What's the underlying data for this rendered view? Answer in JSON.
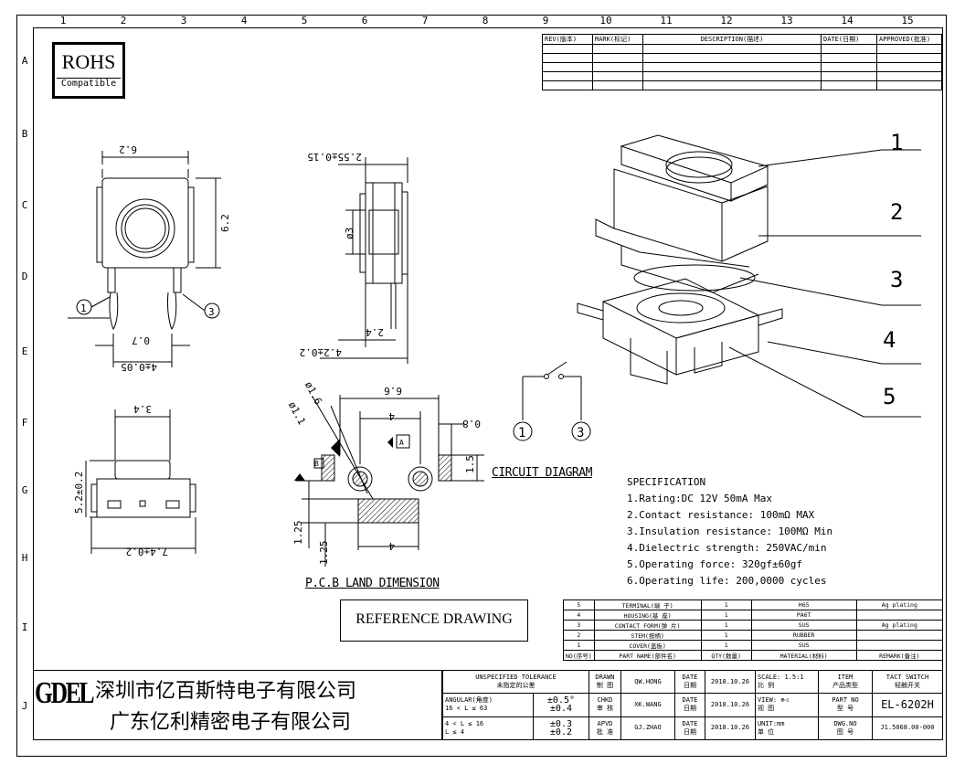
{
  "columns": [
    "1",
    "2",
    "3",
    "4",
    "5",
    "6",
    "7",
    "8",
    "9",
    "10",
    "11",
    "12",
    "13",
    "14",
    "15"
  ],
  "rows": [
    "A",
    "B",
    "C",
    "D",
    "E",
    "F",
    "G",
    "H",
    "I",
    "J"
  ],
  "rohs": {
    "title": "ROHS",
    "subtitle": "Compatible"
  },
  "revision_table": {
    "headers": [
      "REV(版本)",
      "MARK(标记)",
      "DESCRIPTION(描述)",
      "DATE(日期)",
      "APPROVED(批准)"
    ]
  },
  "callouts": [
    "1",
    "2",
    "3",
    "4",
    "5"
  ],
  "dimensions": {
    "top_width": "6.2",
    "top_height": "6.2",
    "lead_gap": "0.7",
    "lead_span": "4±0.05",
    "side_dia": "ø3",
    "side_depth": "2.55±0.15",
    "side_lead": "2.4",
    "side_total": "4.2±0.2",
    "front_width": "3.4",
    "front_height": "5.2±0.2",
    "front_total": "7.4±0.2",
    "pcb_width": "6.6",
    "pcb_hole1": "ø1.6",
    "pcb_hole2": "ø1.1",
    "pcb_pitch": "4",
    "pcb_slot": "0.8",
    "pcb_pad": "1.5",
    "pcb_margin1": "1.25",
    "pcb_margin2": "1.25",
    "pcb_bottom": "4",
    "datum_a": "A",
    "datum_b": "B",
    "pin1": "1",
    "pin3": "3"
  },
  "labels": {
    "circuit": "CIRCUIT DIAGRAM",
    "pcb": "P.C.B LAND DIMENSION",
    "reference": "REFERENCE DRAWING"
  },
  "spec": {
    "title": "SPECIFICATION",
    "items": [
      "1.Rating:DC 12V 50mA Max",
      "2.Contact resistance: 100mΩ MAX",
      "3.Insulation resistance:  100MΩ Min",
      "4.Dielectric strength:     250VAC/min",
      "5.Operating force: 320gf±60gf",
      "6.Operating life: 200,0000 cycles"
    ]
  },
  "bom": {
    "rows": [
      [
        "5",
        "TERMINAL(端 子)",
        "1",
        "H65",
        "Ag plating"
      ],
      [
        "4",
        "HOUSING(基 座)",
        "1",
        "PA6T",
        ""
      ],
      [
        "3",
        "CONTACT FORM(弹 片)",
        "1",
        "SUS",
        "Ag plating"
      ],
      [
        "2",
        "STEM(按柄)",
        "1",
        "RUBBER",
        ""
      ],
      [
        "1",
        "COVER(盖板)",
        "1",
        "SUS",
        ""
      ]
    ],
    "headers": [
      "NO(序号)",
      "PART NAME(部件名)",
      "QTY(数量)",
      "MATERIAL(材料)",
      "REMARK(备注)"
    ]
  },
  "company": {
    "logo": "GDEL",
    "name1": "深圳市亿百斯特电子有限公司",
    "name2": "广东亿利精密电子有限公司"
  },
  "tolerance": {
    "title": "UNSPECIFIED  TOLERANCE",
    "title_cn": "未指定的公差",
    "angular": "ANGULAR(角度)",
    "angular_val": "±0.5°",
    "r1": "16 < L ≤ 63",
    "r1_val": "±0.4",
    "r2": "4 < L ≤ 16",
    "r2_val": "±0.3",
    "r3": "L ≤ 4",
    "r3_val": "±0.2"
  },
  "approval": {
    "drawn": "DRAWN",
    "drawn_cn": "制 图",
    "drawn_by": "QW.HONG",
    "chkd": "CHKD",
    "chkd_cn": "审 核",
    "chkd_by": "XK.WANG",
    "apvd": "APVD",
    "apvd_cn": "批 准",
    "apvd_by": "GJ.ZHAO",
    "date_label": "DATE",
    "date_cn": "日期",
    "date": "2018.10.26"
  },
  "titleblock": {
    "scale": "SCALE: 1.5:1",
    "scale_cn": "比 例",
    "item": "ITEM",
    "item_cn": "产品类型",
    "item_val": "TACT SWITCH",
    "item_val_cn": "轻触开关",
    "view": "VIEW:",
    "view_cn": "视 图",
    "partno": "PART NO",
    "partno_cn": "型 号",
    "partno_val": "EL-6202H",
    "unit": "UNIT:mm",
    "unit_cn": "单 位",
    "dwgno": "DWG.NO",
    "dwgno_cn": "图 号",
    "dwgno_val": "J1.5068.00-000"
  }
}
